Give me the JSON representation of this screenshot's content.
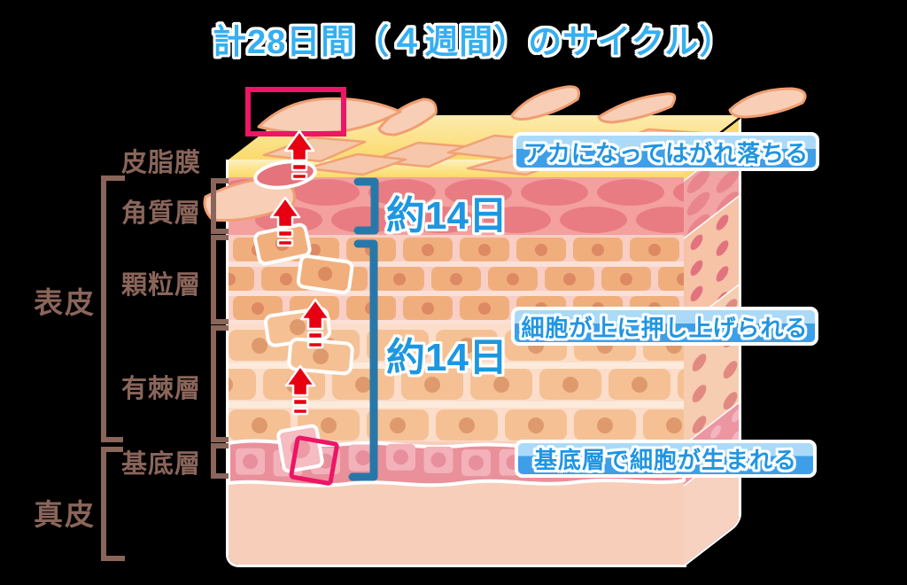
{
  "title": "計28日間（４週間）のサイクル）",
  "side_labels": {
    "sebum_film": "皮脂膜",
    "epidermis": "表皮",
    "dermis": "真皮"
  },
  "layer_labels": {
    "stratum_corneum": "角質層",
    "granular_layer": "顆粒層",
    "spinous_layer": "有棘層",
    "basal_layer": "基底層"
  },
  "durations": {
    "upper_phase": "約14日",
    "lower_phase": "約14日"
  },
  "callouts": {
    "top": "アカになってはがれ落ちる",
    "middle": "細胞が上に押し上げられる",
    "bottom": "基底層で細胞が生まれる"
  },
  "colors": {
    "title_blue": "#35AFF2",
    "duration_blue": "#1E97E0",
    "callout_text_blue": "#2095E2",
    "callout_bg_top": "#ABDAF8",
    "callout_bg_bottom": "#3E9FE8",
    "label_brown": "#8A655A",
    "bracket_blue": "#2778A9",
    "arrow_red": "#E60012",
    "highlight_pink": "#EC1566",
    "sebum_yellow": "#FBDA69",
    "corneum_pink": "#F3A09F",
    "dermis_peach": "#F7CEBA"
  }
}
